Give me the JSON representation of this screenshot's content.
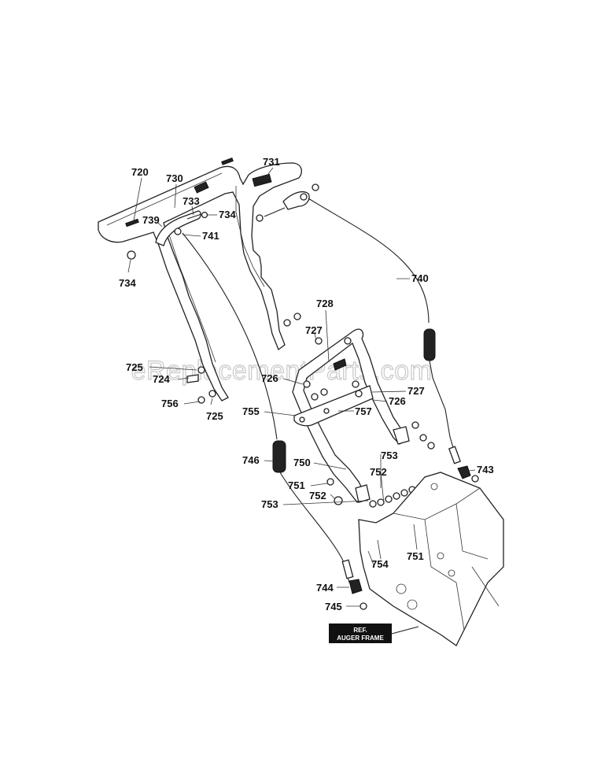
{
  "watermark": "eReplacementParts.com",
  "ref_label": {
    "line1": "REF.",
    "line2": "AUGER FRAME"
  },
  "callouts": [
    {
      "id": "c720",
      "text": "720"
    },
    {
      "id": "c730",
      "text": "730"
    },
    {
      "id": "c731",
      "text": "731"
    },
    {
      "id": "c733",
      "text": "733"
    },
    {
      "id": "c739",
      "text": "739"
    },
    {
      "id": "c734a",
      "text": "734"
    },
    {
      "id": "c741",
      "text": "741"
    },
    {
      "id": "c734b",
      "text": "734"
    },
    {
      "id": "c740",
      "text": "740"
    },
    {
      "id": "c728",
      "text": "728"
    },
    {
      "id": "c727a",
      "text": "727"
    },
    {
      "id": "c725a",
      "text": "725"
    },
    {
      "id": "c724",
      "text": "724"
    },
    {
      "id": "c726a",
      "text": "726"
    },
    {
      "id": "c727b",
      "text": "727"
    },
    {
      "id": "c756",
      "text": "756"
    },
    {
      "id": "c725b",
      "text": "725"
    },
    {
      "id": "c726b",
      "text": "726"
    },
    {
      "id": "c755",
      "text": "755"
    },
    {
      "id": "c757",
      "text": "757"
    },
    {
      "id": "c753a",
      "text": "753"
    },
    {
      "id": "c746",
      "text": "746"
    },
    {
      "id": "c750",
      "text": "750"
    },
    {
      "id": "c743",
      "text": "743"
    },
    {
      "id": "c752a",
      "text": "752"
    },
    {
      "id": "c751a",
      "text": "751"
    },
    {
      "id": "c752b",
      "text": "752"
    },
    {
      "id": "c753b",
      "text": "753"
    },
    {
      "id": "c754",
      "text": "754"
    },
    {
      "id": "c751b",
      "text": "751"
    },
    {
      "id": "c744",
      "text": "744"
    },
    {
      "id": "c745",
      "text": "745"
    }
  ]
}
